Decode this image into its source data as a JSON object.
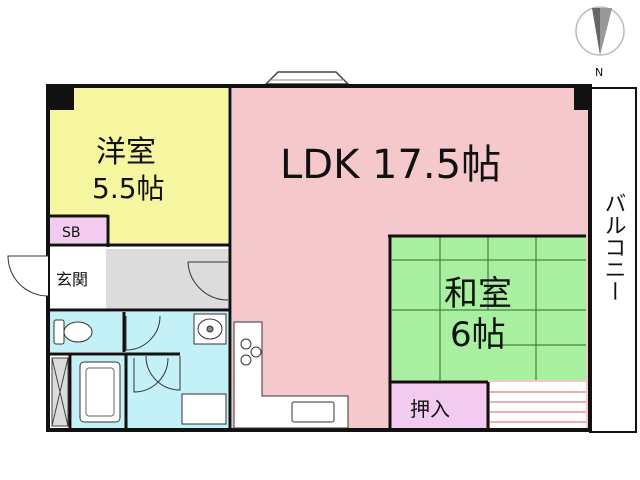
{
  "rooms": {
    "western": {
      "name": "洋室",
      "size": "5.5帖"
    },
    "ldk": {
      "label": "LDK 17.5帖"
    },
    "japanese": {
      "name": "和室",
      "size": "6帖"
    },
    "sb": {
      "label": "SB"
    },
    "entrance": {
      "label": "玄関"
    },
    "closet": {
      "label": "押入"
    },
    "balcony": {
      "label": "バルコニー"
    }
  },
  "compass": {
    "label": "N"
  },
  "colors": {
    "western": "#f6f6a0",
    "ldk": "#f5c9cc",
    "japanese": "#a8f0a0",
    "storage": "#f4cbf0",
    "wet": "#c4f0f8",
    "hall": "#dcdcdc",
    "wall": "#111111"
  }
}
